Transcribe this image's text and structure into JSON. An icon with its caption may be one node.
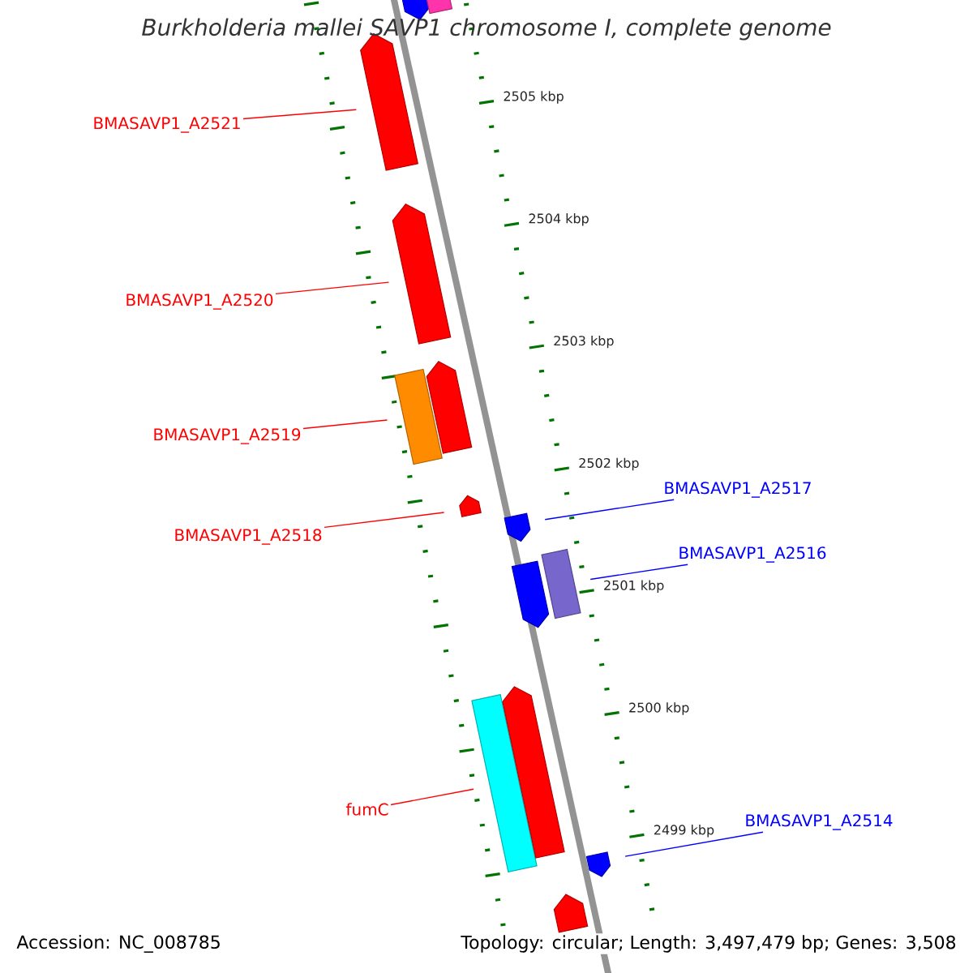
{
  "diagram": {
    "nodes": [
      {
        "text": [],
        "shape": "pentagon"
      },
      {
        "text": [],
        "shape": "bar"
      },
      {
        "text": [
          "BMASAVP1_A2521"
        ]
      },
      {
        "text": [],
        "shape": "pentagon"
      },
      {
        "text": [
          "BMASAVP1_A2520"
        ]
      },
      {
        "text": [],
        "shape": "pentagon"
      },
      {
        "text": [
          "BMASAVP1_A2519"
        ]
      },
      {
        "text": [],
        "shape": "bar"
      },
      {
        "text": [],
        "shape": "pentagon"
      },
      {
        "text": [
          "BMASAVP1_A2517"
        ]
      },
      {
        "text": [],
        "shape": "pentagon"
      },
      {
        "text": [
          "BMASAVP1_A2518"
        ]
      },
      {
        "text": [],
        "shape": "pentagon"
      },
      {
        "text": [
          "BMASAVP1_A2516"
        ]
      },
      {
        "text": [],
        "shape": "pentagon"
      },
      {
        "text": [],
        "shape": "bar"
      },
      {
        "text": [
          "fumC"
        ]
      },
      {
        "text": [],
        "shape": "bar"
      },
      {
        "text": [],
        "shape": "pentagon"
      },
      {
        "text": [
          "BMASAVP1_A2514"
        ]
      },
      {
        "text": [],
        "shape": "pentagon"
      },
      {
        "text": [],
        "shape": "pentagon"
      }
    ],
    "edges": [
      {
        "from": 2,
        "to": 3,
        "arrow": "none"
      },
      {
        "from": 4,
        "to": 5,
        "arrow": "none"
      },
      {
        "from": 6,
        "to": 7,
        "arrow": "none"
      },
      {
        "from": 9,
        "to": 10,
        "arrow": "none",
        "color": "#0000ff"
      },
      {
        "from": 11,
        "to": 12,
        "arrow": "none"
      },
      {
        "from": 13,
        "to": 15,
        "arrow": "none",
        "color": "#0000ff"
      },
      {
        "from": 16,
        "to": 17,
        "arrow": "none"
      },
      {
        "from": 19,
        "to": 20,
        "arrow": "none",
        "color": "#0000ff"
      }
    ],
    "labels": [
      "Burkholderia mallei SAVP1 chromosome I, complete genome",
      "2505 kbp",
      "2504 kbp",
      "2503 kbp",
      "2502 kbp",
      "2501 kbp",
      "2500 kbp",
      "2499 kbp",
      "Accession: NC_008785",
      "Topology: circular; Length: 3,497,479 bp; Genes: 3,508"
    ]
  }
}
